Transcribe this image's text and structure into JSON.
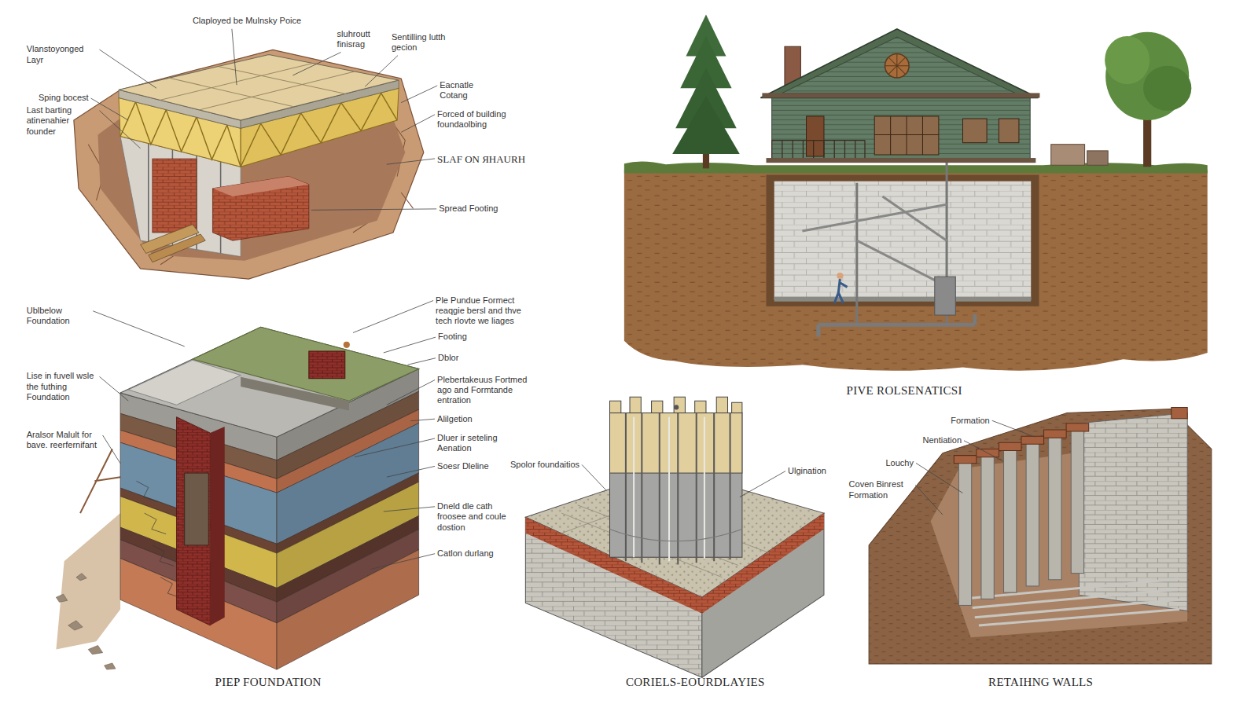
{
  "diagram": {
    "labels": [
      "Claployed be Mulnsky Poice",
      "sluhroutt finisrag",
      "Sentilling lutth gecion",
      "Vlanstoyonged Layr",
      "Sping bocest",
      "Last barting atinenahier founder",
      "Eacnatle Cotang",
      "Forced of building foundaolbing",
      "SLAF ON ЯHAURH",
      "Spread Footing",
      "Ublbelow Foundation",
      "Lise in fuvell wsle the futhing Foundation",
      "Aralsor Malult for bave. reerfernifant",
      "Ple Pundue Formect reaqgie bersl and thve tech rlovte we liages",
      "Footing",
      "Dblor",
      "Plebertakeuus Fortmed ago and Formtande entration",
      "Alilgetion",
      "Dluer ir seteling Aenation",
      "Soesr Dleline",
      "Dneld dle cath froosee and coule dostion",
      "Catlon durlang",
      "PIEP FOUNDATION",
      "PIVE ROLSENATICSI",
      "Spolor foundaitios",
      "Ulgination",
      "CORIELS-EOURDLAYIES",
      "Formation",
      "Nentiation",
      "Louchy",
      "Coven Binrest Formation",
      "RETAIHNG WALLS"
    ]
  }
}
